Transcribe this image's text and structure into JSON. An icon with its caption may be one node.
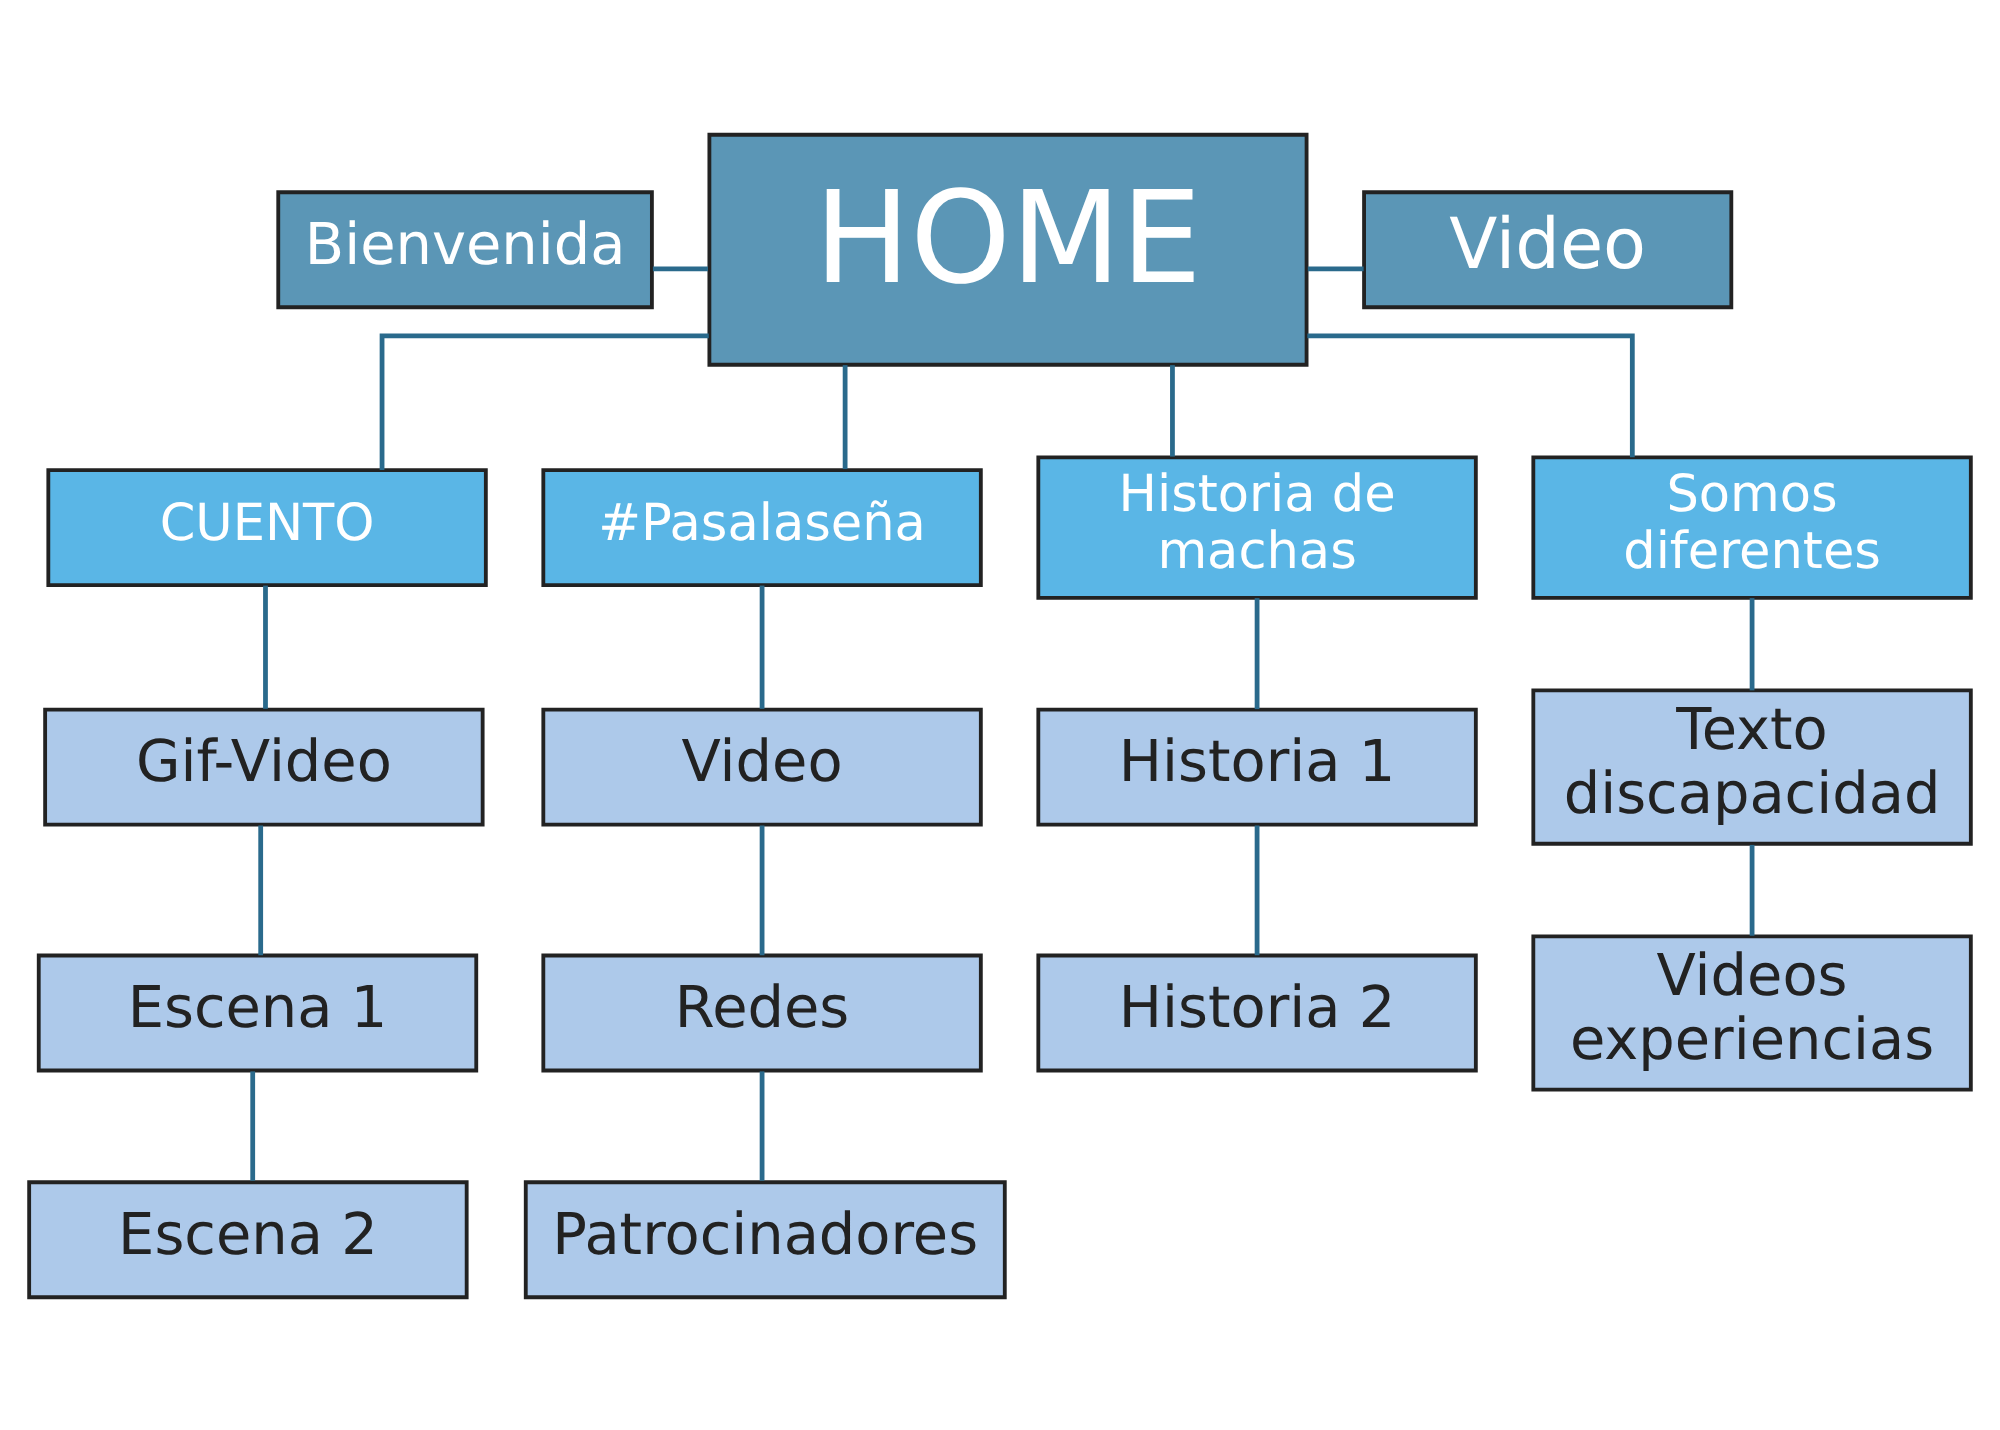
{
  "diagram": {
    "nodes": [
      {
        "text": [
          "HOME"
        ]
      },
      {
        "text": [
          "Bienvenida"
        ]
      },
      {
        "text": [
          "Video"
        ]
      },
      {
        "text": [
          "CUENTO"
        ]
      },
      {
        "text": [
          "#Pasalaseña"
        ]
      },
      {
        "text": [
          "Historia de machas"
        ]
      },
      {
        "text": [
          "Somos diferentes"
        ]
      },
      {
        "text": [
          "Gif-Video"
        ]
      },
      {
        "text": [
          "Escena 1"
        ]
      },
      {
        "text": [
          "Escena 2"
        ]
      },
      {
        "text": [
          "Video"
        ]
      },
      {
        "text": [
          "Redes"
        ]
      },
      {
        "text": [
          "Patrocinadores"
        ]
      },
      {
        "text": [
          "Historia 1"
        ]
      },
      {
        "text": [
          "Historia 2"
        ]
      },
      {
        "text": [
          "Texto discapacidad"
        ]
      },
      {
        "text": [
          "Videos experiencias"
        ]
      }
    ],
    "edges": [
      {
        "from": 0,
        "to": 1,
        "arrow": "none"
      },
      {
        "from": 0,
        "to": 2,
        "arrow": "none"
      },
      {
        "from": 0,
        "to": 3,
        "arrow": "none"
      },
      {
        "from": 0,
        "to": 4,
        "arrow": "none"
      },
      {
        "from": 0,
        "to": 5,
        "arrow": "none"
      },
      {
        "from": 0,
        "to": 6,
        "arrow": "none"
      },
      {
        "from": 3,
        "to": 7,
        "arrow": "none"
      },
      {
        "from": 7,
        "to": 8,
        "arrow": "none"
      },
      {
        "from": 8,
        "to": 9,
        "arrow": "none"
      },
      {
        "from": 4,
        "to": 10,
        "arrow": "none"
      },
      {
        "from": 10,
        "to": 11,
        "arrow": "none"
      },
      {
        "from": 11,
        "to": 12,
        "arrow": "none"
      },
      {
        "from": 5,
        "to": 13,
        "arrow": "none"
      },
      {
        "from": 13,
        "to": 14,
        "arrow": "none"
      },
      {
        "from": 6,
        "to": 15,
        "arrow": "none"
      },
      {
        "from": 15,
        "to": 16,
        "arrow": "none"
      }
    ]
  }
}
